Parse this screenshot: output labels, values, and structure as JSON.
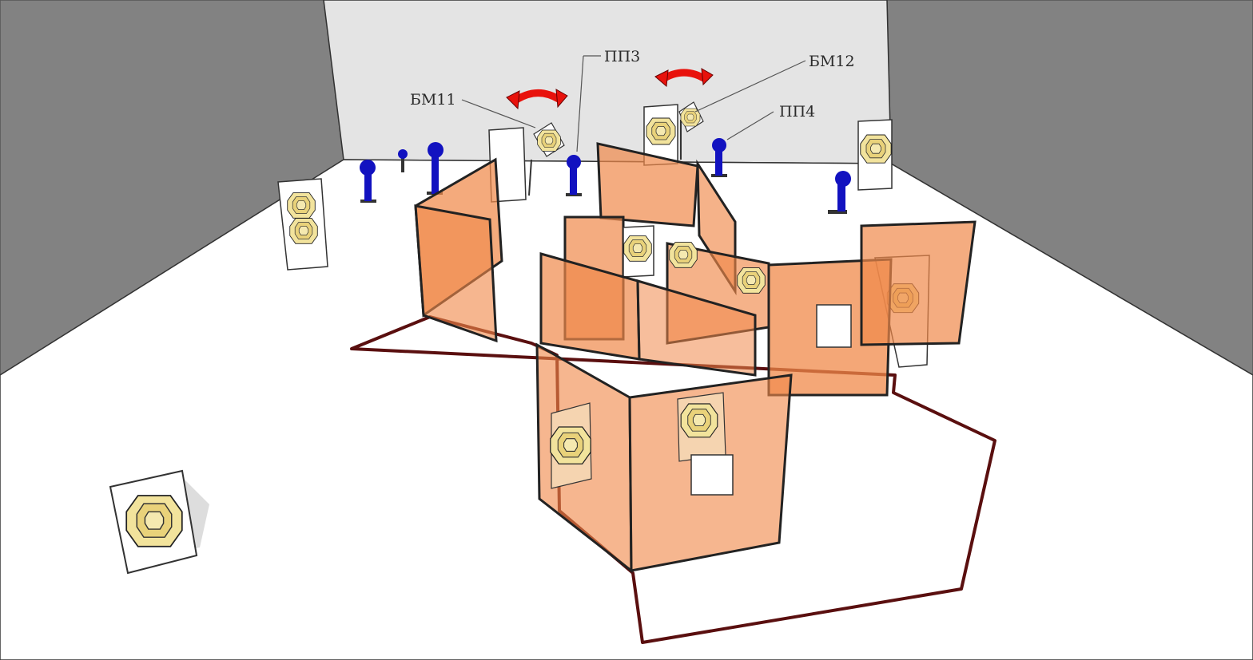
{
  "labels": {
    "bm11": "БМ11",
    "pp3": "ПП3",
    "bm12": "БМ12",
    "pp4": "ПП4"
  },
  "colors": {
    "side_walls": "#828282",
    "back_wall": "#e4e4e4",
    "floor": "#ffffff",
    "panel_fill": "#f0894a",
    "fault_line": "#5a0f0f",
    "swing_arrow": "#e8120c",
    "popper": "#1212c0",
    "paper_target": "#f2e39c"
  },
  "icons": [
    "swing-arrow-icon",
    "popper-target-icon",
    "paper-target-icon"
  ]
}
